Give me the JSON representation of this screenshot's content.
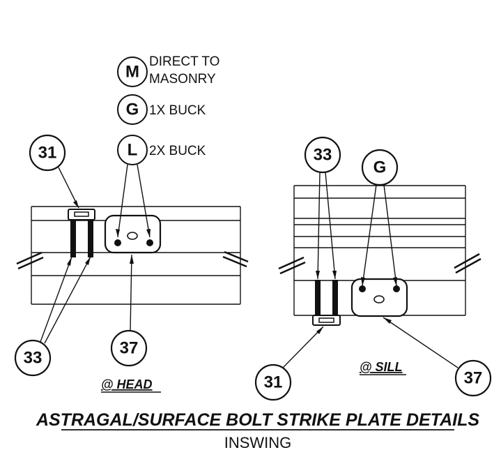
{
  "legend": [
    {
      "letter": "M",
      "line1": "DIRECT TO",
      "line2": "MASONRY"
    },
    {
      "letter": "G",
      "line1": "1X BUCK",
      "line2": ""
    },
    {
      "letter": "L",
      "line1": "2X BUCK",
      "line2": ""
    }
  ],
  "head_detail": {
    "callout_strike": "31",
    "callout_bolt": "33",
    "callout_plate": "37",
    "label": "@ HEAD"
  },
  "sill_detail": {
    "callout_bolt": "33",
    "callout_anchor_type": "G",
    "callout_strike": "31",
    "callout_plate": "37",
    "label": "@ SILL"
  },
  "title": "ASTRAGAL/SURFACE BOLT STRIKE PLATE DETAILS",
  "subtitle": "INSWING"
}
